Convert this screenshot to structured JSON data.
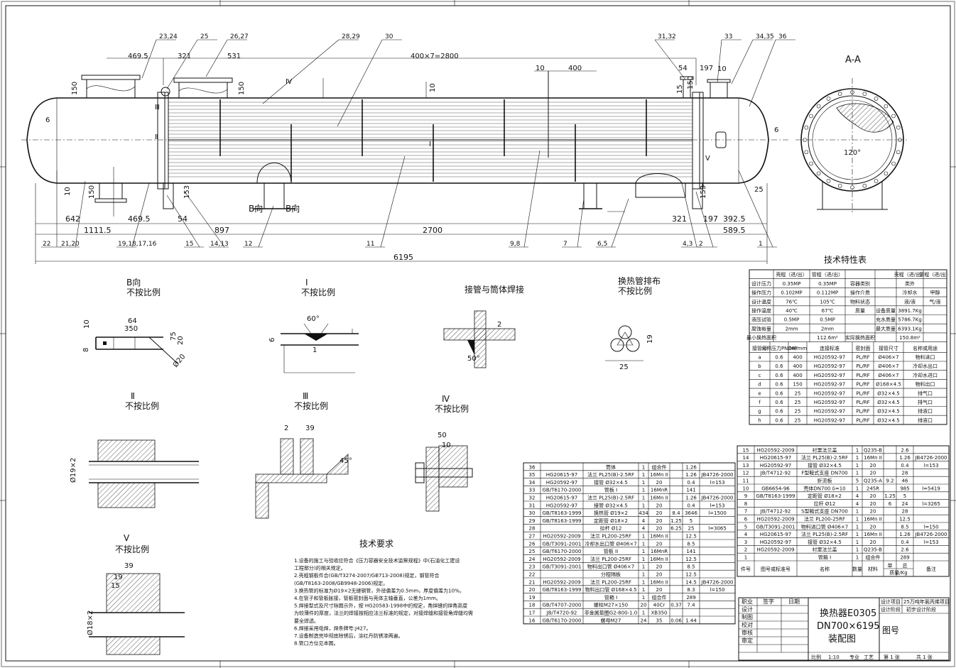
{
  "main_view": {
    "dims_top": [
      "469.5",
      "321",
      "531",
      "400×7=2800",
      "10",
      "400",
      "10",
      "197",
      "54",
      "150",
      "150",
      "150",
      "15",
      "6",
      "6",
      "10",
      "25",
      "150",
      "153",
      "153",
      "10"
    ],
    "dims_bottom": [
      "642",
      "1111.5",
      "469.5",
      "54",
      "897",
      "2700",
      "321",
      "197",
      "392.5",
      "589.5",
      "6195"
    ],
    "balloons_top": [
      "23,24",
      "25",
      "26,27",
      "28,29",
      "30",
      "31,32",
      "33",
      "34,35",
      "36"
    ],
    "balloons_bottom": [
      "22",
      "21,20",
      "19,18,17,16",
      "15",
      "14,13",
      "12",
      "11",
      "9,8",
      "7",
      "6,5",
      "4,3",
      "2",
      "1"
    ],
    "markers": [
      "Ⅳ",
      "Ⅲ",
      "Ⅱ",
      "Ⅰ",
      "Ⅴ",
      "B向",
      "B向"
    ]
  },
  "section_aa": {
    "title": "A-A",
    "angle": "120°"
  },
  "details": {
    "b_view": {
      "title": "B向",
      "subtitle": "不按比例",
      "dims": [
        "64",
        "350",
        "10",
        "8",
        "75",
        "20",
        "Ø20"
      ]
    },
    "i": {
      "title": "Ⅰ",
      "subtitle": "不按比例",
      "dims": [
        "60°",
        "6",
        "1"
      ]
    },
    "weld": {
      "title": "接管与筒体焊接",
      "dims": [
        "2",
        "50°"
      ]
    },
    "tube_layout": {
      "title": "换热管排布",
      "subtitle": "不按比例",
      "dims": [
        "19",
        "25"
      ]
    },
    "ii": {
      "title": "Ⅱ",
      "subtitle": "不按比例",
      "dims": [
        "Ø19×2"
      ]
    },
    "iii": {
      "title": "Ⅲ",
      "subtitle": "不按比例",
      "dims": [
        "2",
        "39",
        "45°"
      ]
    },
    "iv": {
      "title": "Ⅳ",
      "subtitle": "不按比例",
      "dims": [
        "50",
        "10"
      ]
    },
    "v": {
      "title": "Ⅴ",
      "subtitle": "不按比例",
      "dims": [
        "39",
        "19",
        "15",
        "Ø18×2"
      ]
    }
  },
  "tech_req": {
    "title": "技术要求",
    "lines": [
      "1.设备的施工与验收应符合《压力容器安全技术监察规程》中(石油化工建设",
      "工程部分)的相关规定。",
      "2.壳程钢板件合(GB/T3274-2007/GB713-2008)规定，钢管符合",
      "(GB/T8163-2008/GB9948-2006)规定。",
      "3.换热管的标准为Ø19×2无缝钢管，外径偏差为0.5mm，厚度偏差为10%。",
      "4.在管子和管板胀接，管板密封面与壳体主轴垂直，公差为1mm。",
      "5.焊接型式及尺寸除图示外，按 HG20583-1998中的规定，角焊缝的焊角高度",
      "为较薄件的厚度，法兰的焊接按相应法兰标准的规定，对接焊缝和接管角焊缝均需",
      "要全焊透。",
      "6.焊接采用电焊，焊条牌号:J427。",
      "7.设备制造完毕彻底除锈后，涂红丹防锈漆两遍。",
      "8.管口方位见本图。"
    ]
  },
  "spec_table": {
    "title": "技术特性表",
    "header": [
      "",
      "壳程（进/出）",
      "管程（进/出）",
      "",
      "",
      "壳程（进/出）",
      "管程（进/出）"
    ],
    "rows": [
      [
        "设计压力",
        "0.35MP",
        "0.35MP",
        "容器类别",
        "",
        "类外",
        ""
      ],
      [
        "操作压力",
        "0.102MP",
        "0.112MP",
        "操作介质",
        "",
        "冷却水",
        "甲醇"
      ],
      [
        "设计温度",
        "76℃",
        "105℃",
        "物料状态",
        "",
        "液/液",
        "气/液"
      ],
      [
        "操作温度",
        "40℃",
        "67℃",
        "质量",
        "设备质量",
        "3891.7Kg",
        ""
      ],
      [
        "液压试验",
        "0.5MP",
        "0.5MP",
        "",
        "充水质量",
        "5786.7Kg",
        ""
      ],
      [
        "腐蚀裕量",
        "2mm",
        "2mm",
        "",
        "最大质量",
        "6393.1Kg",
        ""
      ],
      [
        "最小换热面积",
        "",
        "112.6m²",
        "实际换热面积",
        "",
        "150.8m²",
        ""
      ]
    ],
    "nozzle_header": [
      "接管号",
      "公称压力PN/MP",
      "DN/mm",
      "连接标准",
      "密封面",
      "接管尺寸",
      "名称或用途"
    ],
    "nozzles": [
      [
        "a",
        "0.6",
        "400",
        "HG20592-97",
        "PL/RF",
        "Ø406×7",
        "物料进口"
      ],
      [
        "b",
        "0.6",
        "400",
        "HG20592-97",
        "PL/RF",
        "Ø406×7",
        "冷却水出口"
      ],
      [
        "c",
        "0.6",
        "400",
        "HG20592-97",
        "PL/RF",
        "Ø406×7",
        "冷却水进口"
      ],
      [
        "d",
        "0.6",
        "150",
        "HG20592-97",
        "PL/RF",
        "Ø168×4.5",
        "物料出口"
      ],
      [
        "e",
        "0.6",
        "25",
        "HG20592-97",
        "PL/RF",
        "Ø32×4.5",
        "排气口"
      ],
      [
        "f",
        "0.6",
        "25",
        "HG20592-97",
        "PL/RF",
        "Ø32×4.5",
        "排气口"
      ],
      [
        "g",
        "0.6",
        "25",
        "HG20592-97",
        "PL/RF",
        "Ø32×4.5",
        "排液口"
      ],
      [
        "h",
        "0.6",
        "25",
        "HG20592-97",
        "PL/RF",
        "Ø32×4.5",
        "排液口"
      ]
    ]
  },
  "parts_left": [
    [
      "36",
      "",
      "筒体",
      "1",
      "组合件",
      "",
      "1.26",
      ""
    ],
    [
      "35",
      "HG20615-97",
      "法兰 PL25(B)-2.5RF",
      "1",
      "16Mn II",
      "",
      "1.26",
      "JB4726-2000"
    ],
    [
      "34",
      "HG20592-97",
      "接管 Ø32×4.5",
      "1",
      "20",
      "",
      "0.4",
      "l=153"
    ],
    [
      "33",
      "GB/T6170-2000",
      "管板 I",
      "1",
      "16MnR",
      "",
      "141",
      ""
    ],
    [
      "32",
      "HG20615-97",
      "法兰 PL25(B)-2.5RF",
      "1",
      "16Mn II",
      "",
      "1.26",
      "JB4726-2000"
    ],
    [
      "31",
      "HG20592-97",
      "接管 Ø32×4.5",
      "1",
      "20",
      "",
      "0.4",
      "l=153"
    ],
    [
      "30",
      "GB/T8163-1999",
      "换热管 Ø19×2",
      "434",
      "20",
      "8.4",
      "3646",
      "l=1500"
    ],
    [
      "29",
      "GB/T8163-1999",
      "定距管 Ø18×2",
      "4",
      "20",
      "1.25",
      "5",
      ""
    ],
    [
      "28",
      "",
      "拉杆 Ø12",
      "4",
      "20",
      "6.25",
      "25",
      "l=3065"
    ],
    [
      "27",
      "HG20592-2009",
      "法兰 PL200-25RF",
      "1",
      "16Mn II",
      "",
      "12.5",
      ""
    ],
    [
      "26",
      "GB/T3091-2001",
      "冷却水出口管 Ø406×7",
      "1",
      "20",
      "",
      "8.5",
      ""
    ],
    [
      "25",
      "GB/T6170-2000",
      "管板 II",
      "1",
      "16MnR",
      "",
      "141",
      ""
    ],
    [
      "24",
      "HG20592-2009",
      "法兰 PL200-25RF",
      "1",
      "16Mn II",
      "",
      "12.5",
      ""
    ],
    [
      "23",
      "GB/T3091-2001",
      "物料出口管 Ø406×7",
      "1",
      "20",
      "",
      "8.5",
      ""
    ],
    [
      "22",
      "",
      "分程隔板",
      "1",
      "20",
      "",
      "12.5",
      ""
    ],
    [
      "21",
      "HG20592-2009",
      "法兰 PL200-25RF",
      "1",
      "16Mn II",
      "",
      "14.5",
      "JB4726-2000"
    ],
    [
      "20",
      "GB/T8163-1999",
      "物料出口管 Ø168×4.5",
      "1",
      "20",
      "",
      "8.3",
      "l=150"
    ],
    [
      "19",
      "",
      "管箱 I",
      "1",
      "组合件",
      "",
      "289",
      ""
    ],
    [
      "18",
      "GB/T4707-2000",
      "螺柱M27×150",
      "20",
      "40Cr",
      "0.37",
      "7.4",
      ""
    ],
    [
      "17",
      "JB/T4720-92",
      "非金属垫圈G2-800-1.0",
      "1",
      "XB350",
      "",
      "",
      ""
    ],
    [
      "16",
      "GB/T6170-2000",
      "螺母M27",
      "24",
      "35",
      "0.06",
      "1.44",
      ""
    ]
  ],
  "parts_right": [
    [
      "15",
      "HG20592-2009",
      "衬里法兰盖",
      "1",
      "Q235-B",
      "",
      "2.6",
      ""
    ],
    [
      "14",
      "HG20615-97",
      "法兰 PL25(B)-2.5RF",
      "1",
      "16Mn II",
      "",
      "1.26",
      "JB4726-2000"
    ],
    [
      "13",
      "HG20592-97",
      "接管 Ø32×4.5",
      "1",
      "20",
      "",
      "0.4",
      "l=153"
    ],
    [
      "12",
      "JB/T4712-92",
      "F型鞍式支座 DN700",
      "1",
      "20",
      "",
      "28",
      ""
    ],
    [
      "11",
      "",
      "折流板",
      "5",
      "Q235-A",
      "9.2",
      "46",
      ""
    ],
    [
      "10",
      "GB6654-96",
      "壳体DN700 δ=10",
      "1",
      "245R",
      "",
      "985",
      "l=5419"
    ],
    [
      "9",
      "GB/T8163-1999",
      "定距管 Ø18×2",
      "4",
      "20",
      "1.25",
      "5",
      ""
    ],
    [
      "8",
      "",
      "拉杆 Ø12",
      "4",
      "20",
      "6",
      "24",
      "l=3265"
    ],
    [
      "7",
      "JB/T4712-92",
      "S型鞍式支座 DN700",
      "1",
      "20",
      "",
      "28",
      ""
    ],
    [
      "6",
      "HG20592-2009",
      "法兰 PL200-25RF",
      "1",
      "16Mn II",
      "",
      "12.5",
      ""
    ],
    [
      "5",
      "GB/T3091-2001",
      "物料进口管 Ø406×7",
      "1",
      "20",
      "",
      "8.5",
      "l=150"
    ],
    [
      "4",
      "HG20615-97",
      "法兰 PL25(B)-2.5RF",
      "1",
      "16Mn II",
      "",
      "1.26",
      "JB4726-2000"
    ],
    [
      "3",
      "HG20592-97",
      "接管 Ø32×4.5",
      "1",
      "20",
      "",
      "0.4",
      "l=153"
    ],
    [
      "2",
      "HG20592-2009",
      "衬里法兰盖",
      "1",
      "Q235-B",
      "",
      "2.6",
      ""
    ],
    [
      "1",
      "",
      "管箱 I",
      "1",
      "组合件",
      "",
      "289",
      ""
    ]
  ],
  "parts_header": [
    "件号",
    "图号或标准号",
    "名称",
    "数量",
    "材料",
    "单",
    "总",
    "备注"
  ],
  "parts_header_sub": "质量/Kg",
  "title_block": {
    "labels": [
      "职业",
      "签字",
      "日期",
      "设计",
      "制图",
      "校对",
      "审核",
      "审定"
    ],
    "name1": "换热器E0305",
    "name2": "DN700×6195",
    "name3": "装配图",
    "project_lbl": "设计项目",
    "project": "25万吨年氯丙烯项目",
    "stage_lbl": "设计阶段",
    "stage": "初步设计阶段",
    "drawing_no": "图号",
    "scale_lbl": "比例",
    "scale": "1:10",
    "major": "专业",
    "craft": "工艺",
    "page": "第 1 张",
    "total": "共 1 张"
  }
}
